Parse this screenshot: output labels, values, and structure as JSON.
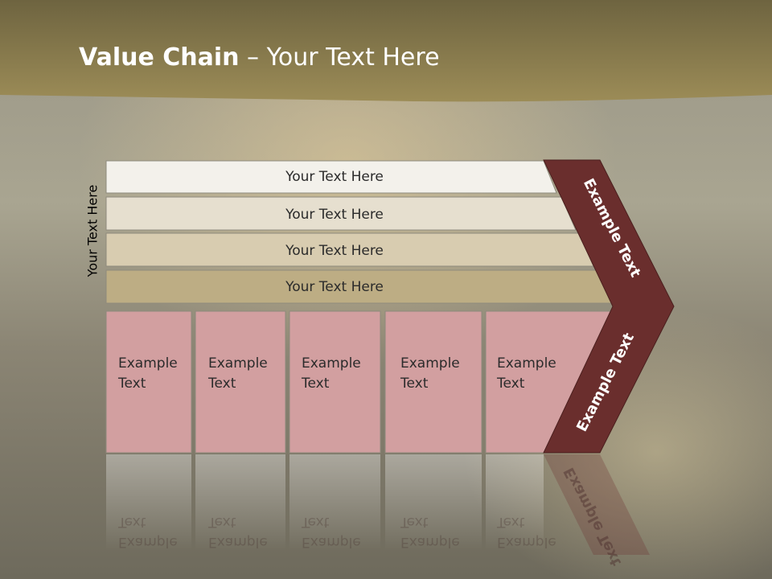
{
  "slide": {
    "title_bold": "Value Chain",
    "title_rest": " – Your Text Here",
    "side_label": "Your Text Here"
  },
  "bars": [
    {
      "label": "Your Text Here",
      "color": "#f3f1eb"
    },
    {
      "label": "Your Text Here",
      "color": "#e6dfcf"
    },
    {
      "label": "Your Text Here",
      "color": "#d8ccb0"
    },
    {
      "label": "Your Text Here",
      "color": "#bdad84"
    }
  ],
  "columns": [
    {
      "line1": "Example",
      "line2": "Text"
    },
    {
      "line1": "Example",
      "line2": "Text"
    },
    {
      "line1": "Example",
      "line2": "Text"
    },
    {
      "line1": "Example",
      "line2": "Text"
    },
    {
      "line1": "Example",
      "line2": "Text"
    }
  ],
  "chevron": {
    "upper_label": "Example Text",
    "lower_label": "Example Text",
    "color": "#6a2e2d"
  },
  "colors": {
    "header_band": "#8b7a45",
    "cell_fill": "#d29fa0"
  }
}
